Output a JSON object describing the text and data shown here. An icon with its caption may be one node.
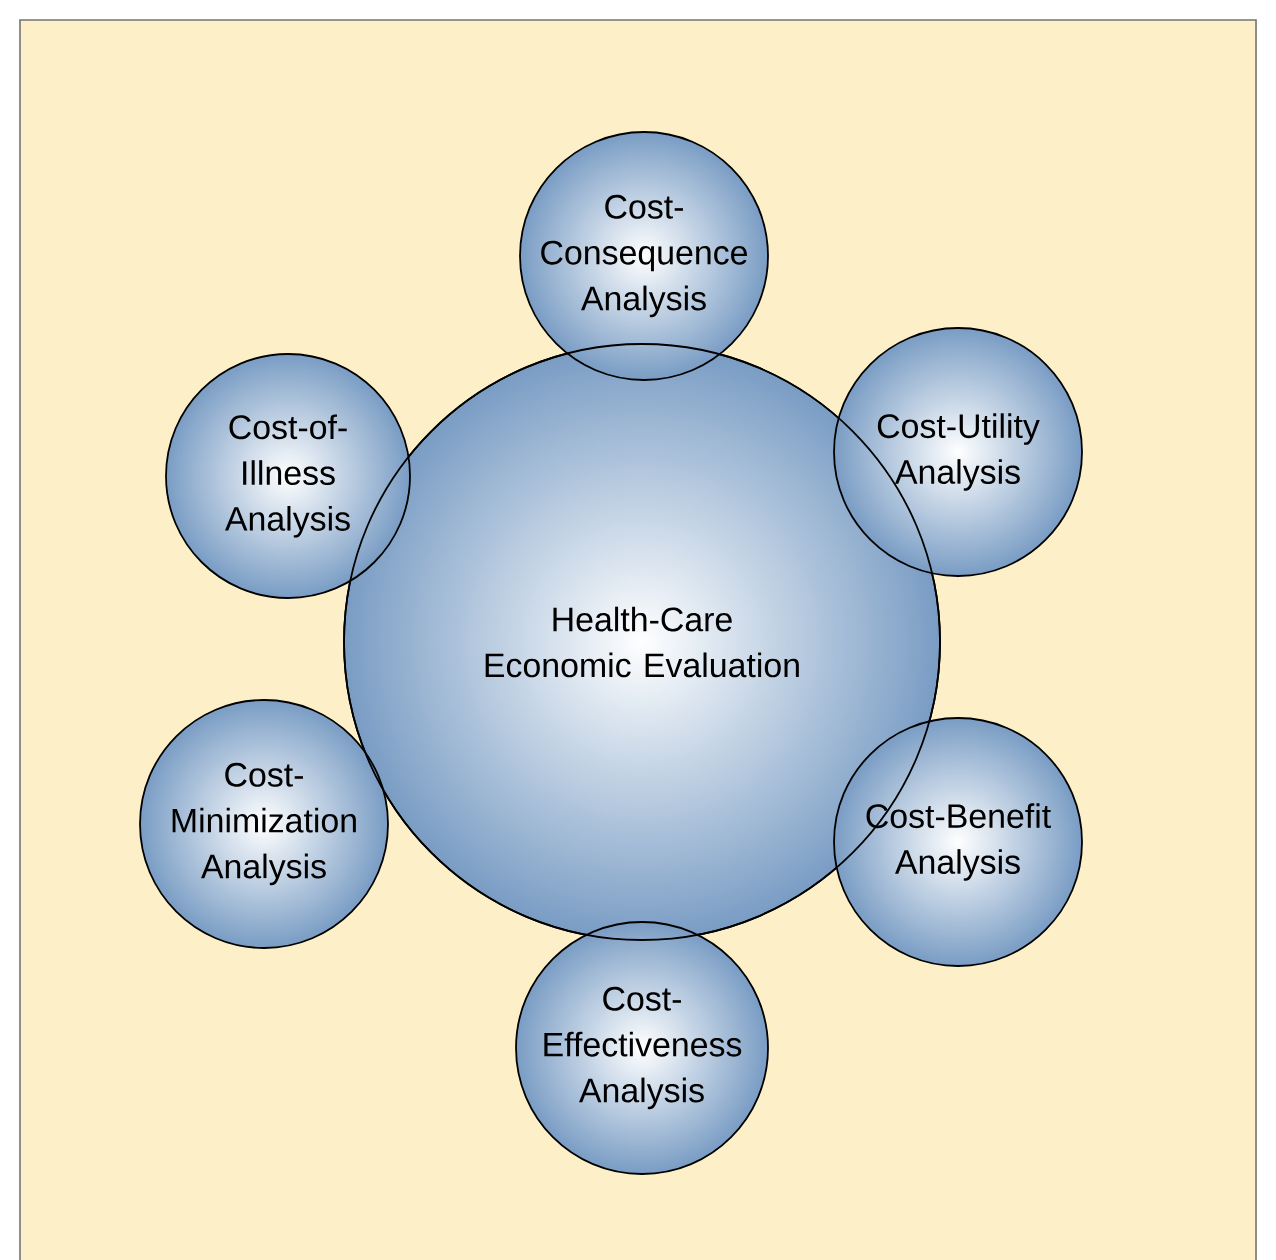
{
  "diagram": {
    "nodes": [
      {
        "text": [
          "Health-Care Economic Evaluation"
        ]
      },
      {
        "text": [
          "Cost-Consequence Analysis"
        ]
      },
      {
        "text": [
          "Cost-of-Illness Analysis"
        ]
      },
      {
        "text": [
          "Cost-Utility Analysis"
        ]
      },
      {
        "text": [
          "Cost-Minimization Analysis"
        ]
      },
      {
        "text": [
          "Cost-Benefit Analysis"
        ]
      },
      {
        "text": [
          "Cost-Effectiveness Analysis"
        ]
      }
    ]
  }
}
